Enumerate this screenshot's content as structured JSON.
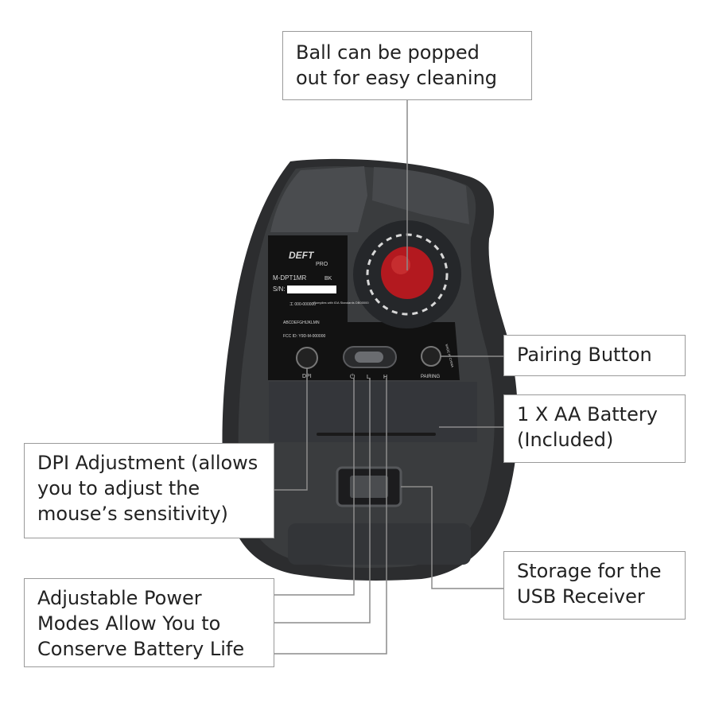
{
  "callouts": {
    "ball": "Ball can be popped\nout for easy cleaning",
    "pairing": "Pairing Button",
    "battery": "1 X AA Battery\n(Included)",
    "dpi": "DPI Adjustment (allows\nyou to adjust the\nmouse’s sensitivity)",
    "usb": "Storage for the\nUSB Receiver",
    "power": "Adjustable Power\nModes Allow You to\nConserve Battery Life"
  },
  "label": {
    "brand": "DEFT",
    "brand_sub": "PRO",
    "model": "M-DPT1MR",
    "color_code": "BK",
    "serial_label": "S/N:",
    "cert_code": "工 000-000000",
    "cert_note": "Complies with IDA Standards DB00000",
    "alpha_code": "ABCDEFGHIJKLMN",
    "fcc_id": "FCC ID: Y9D-M-000000",
    "dpi_label": "DPI",
    "power_symbol": "⏻",
    "power_l": "L",
    "power_h": "H",
    "pairing_label": "PAIRING",
    "made_in": "MADE IN CHINA"
  },
  "colors": {
    "body": "#3a3c3e",
    "shell": "#2c2d2f",
    "panel": "#121212",
    "ball": "#b3191f",
    "leader": "#8c8c8c"
  }
}
